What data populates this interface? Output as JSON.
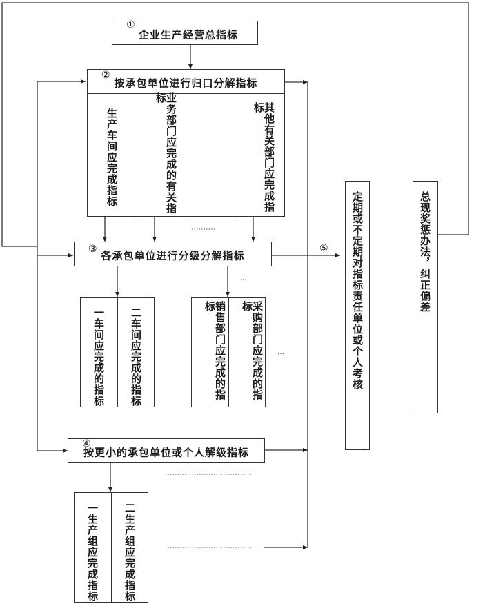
{
  "step1": {
    "num": "①",
    "label": "企业生产经营总指标"
  },
  "step2": {
    "num": "②",
    "label": "按承包单位进行归口分解指标",
    "columns": [
      "生产车间应完成指标",
      "业务部门应完成的有关指标",
      "……",
      "其他有关部门应完成指标"
    ],
    "below_ellipsis": "………"
  },
  "step3": {
    "num": "③",
    "label": "各承包单位进行分级分解指标",
    "group_a": [
      "一车间应完成的指标",
      "二车间应完成的指标"
    ],
    "group_b": [
      "销售部门应完成的指标",
      "采购部门应完成的指标"
    ],
    "ellipsis_top": "…",
    "ellipsis_side": "…"
  },
  "step4": {
    "num": "④",
    "label": "按更小的承包单位或个人解级指标",
    "columns": [
      "一生产组应完成指标",
      "二生产组应完成指标"
    ],
    "ellipsis_top": "……………………",
    "ellipsis_mid": "……………………"
  },
  "step5": {
    "num": "⑤",
    "label": "定期或不定期对指标责任单位或个人考核"
  },
  "reward": {
    "label": "总现奖惩办法，纠正偏差"
  }
}
